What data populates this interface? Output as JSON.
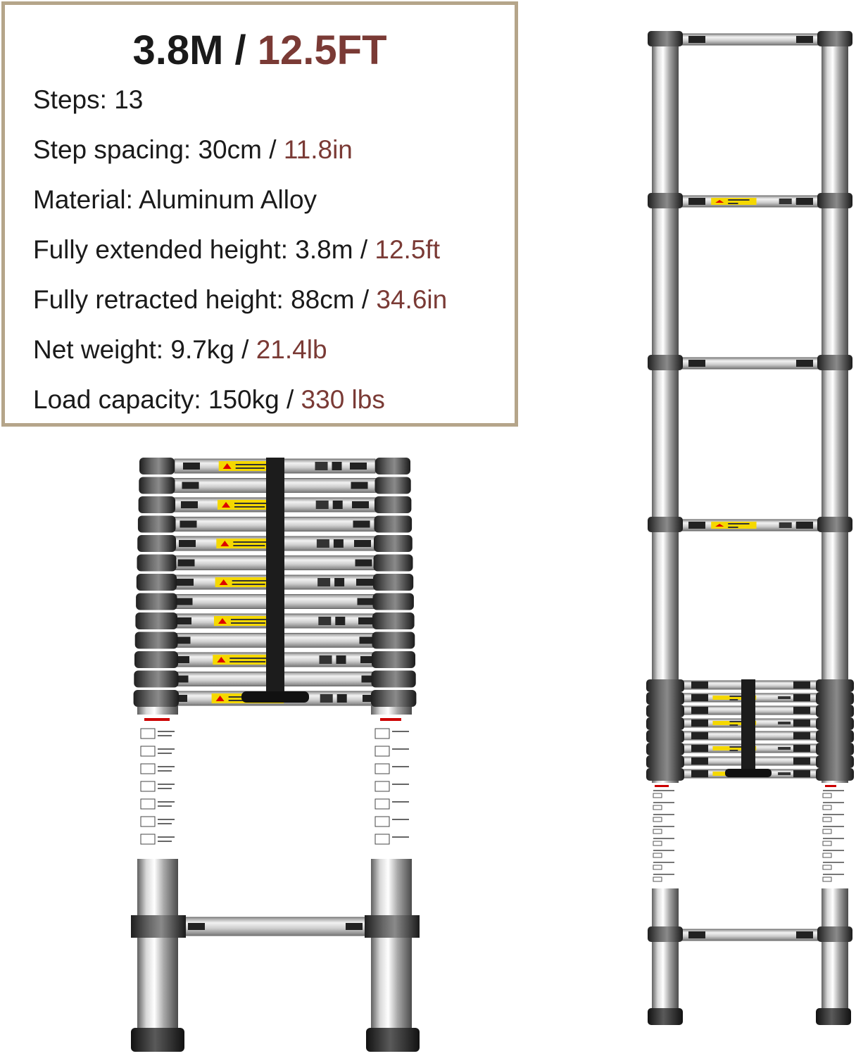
{
  "spec": {
    "title_metric": "3.8M",
    "title_sep": " / ",
    "title_imperial": "12.5FT",
    "rows": [
      {
        "label": "Steps: ",
        "metric": "13",
        "sep": "",
        "imperial": ""
      },
      {
        "label": "Step spacing: ",
        "metric": "30cm",
        "sep": " / ",
        "imperial": "11.8in"
      },
      {
        "label": "Material: ",
        "metric": "Aluminum Alloy",
        "sep": "",
        "imperial": ""
      },
      {
        "label": "Fully extended height: ",
        "metric": "3.8m",
        "sep": " / ",
        "imperial": "12.5ft"
      },
      {
        "label": "Fully retracted height: ",
        "metric": "88cm",
        "sep": " / ",
        "imperial": "34.6in"
      },
      {
        "label": "Net weight: ",
        "metric": "9.7kg",
        "sep": " / ",
        "imperial": "21.4lb"
      },
      {
        "label": "Load capacity: ",
        "metric": "150kg",
        "sep": " / ",
        "imperial": "330 lbs"
      }
    ]
  },
  "colors": {
    "accent": "#7a3a35",
    "border": "#b5a58a",
    "text": "#1a1a1a",
    "warning_yellow": "#f5d800"
  },
  "images": {
    "retracted_ladder": "retracted-ladder-illustration",
    "extended_ladder": "extended-ladder-illustration"
  }
}
